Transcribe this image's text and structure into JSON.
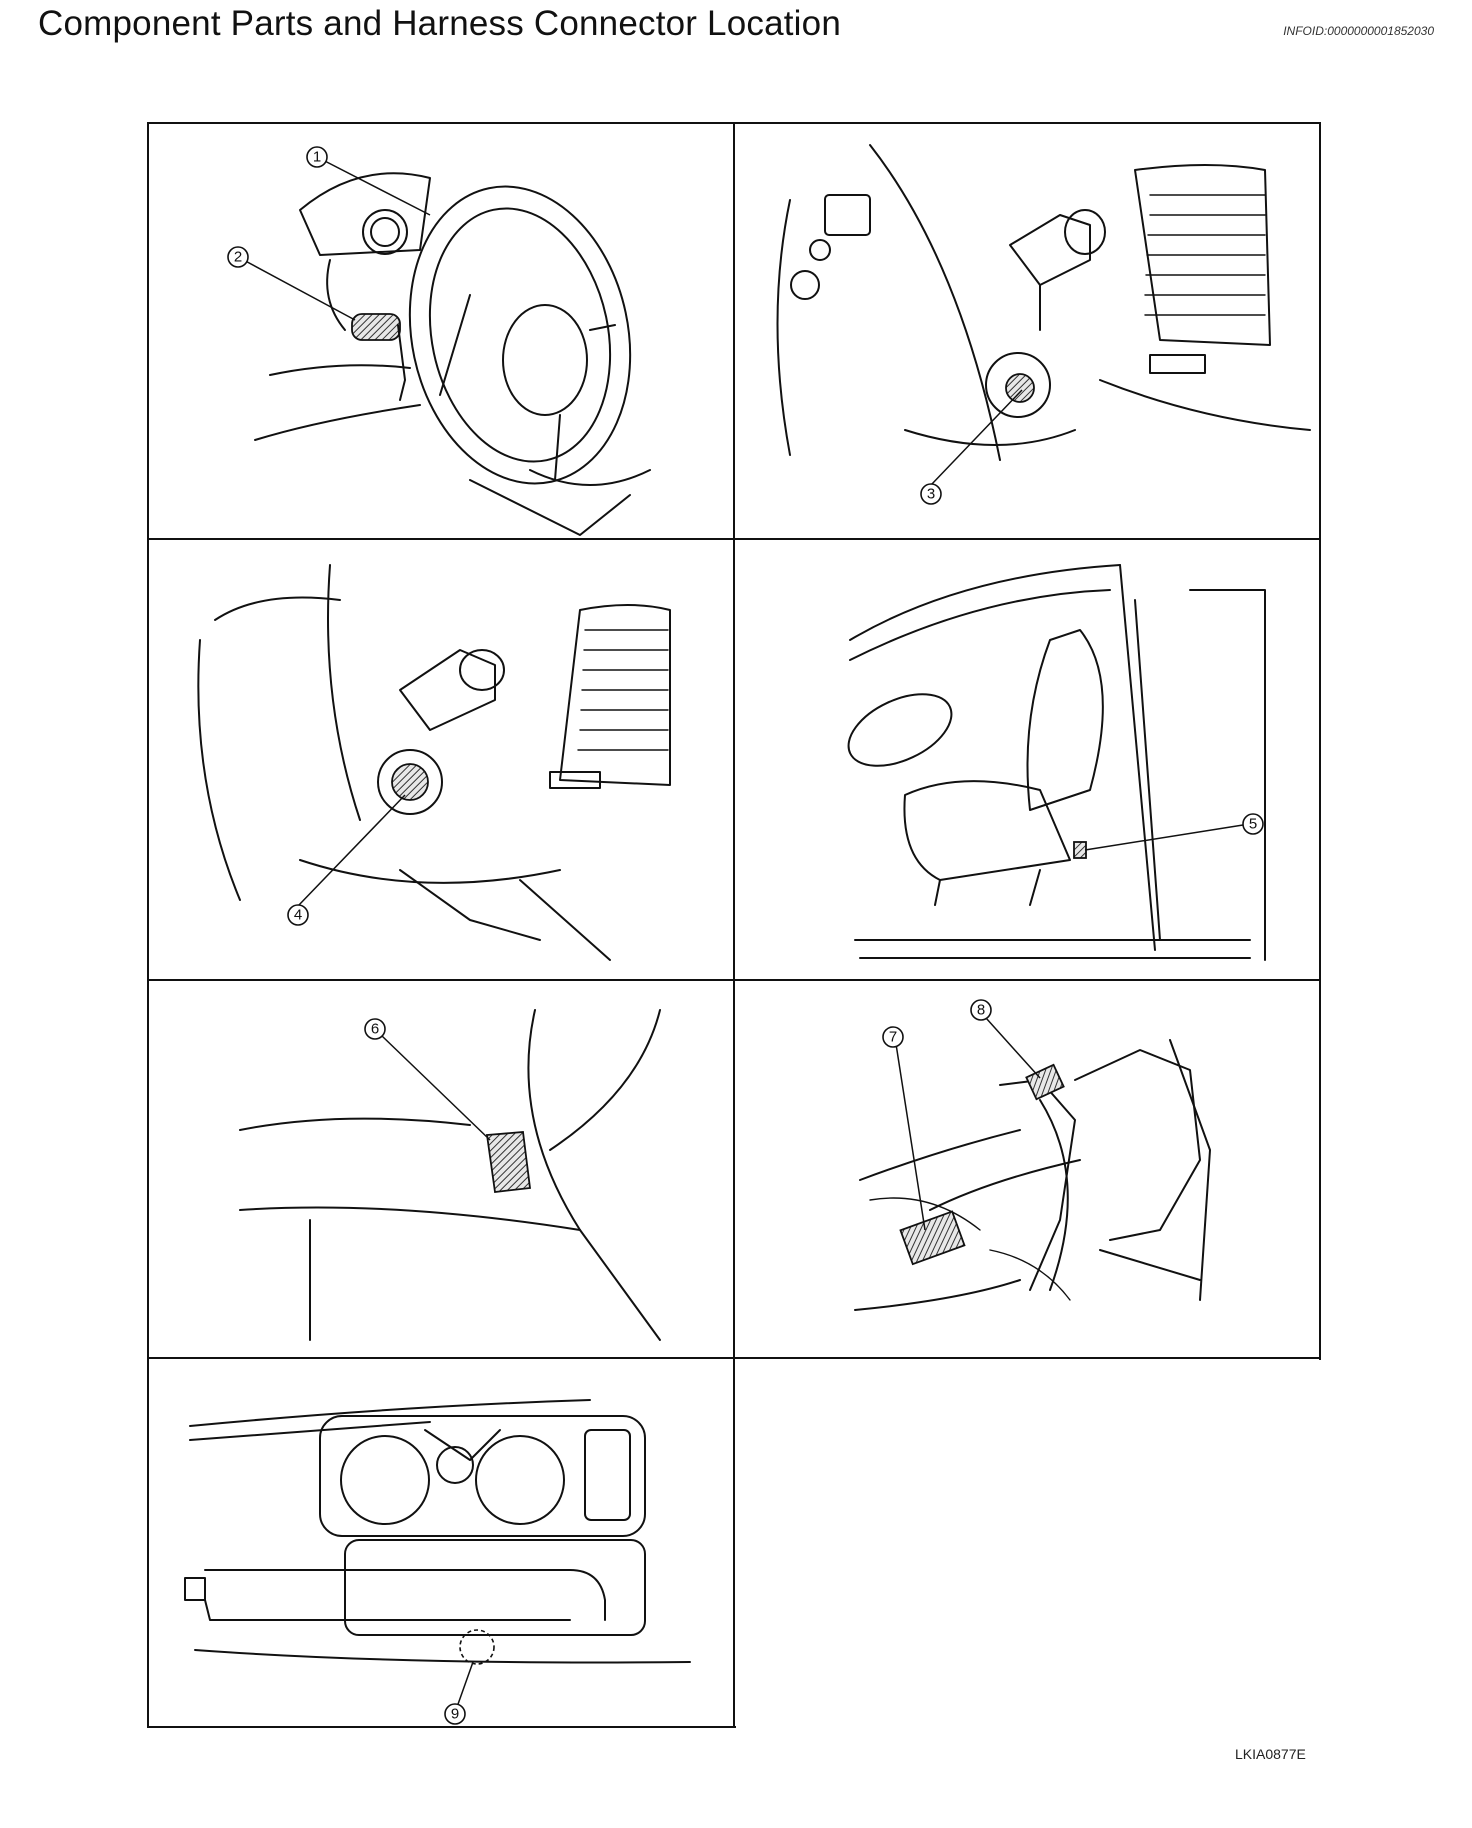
{
  "header": {
    "title": "Component Parts and Harness Connector Location",
    "info_id": "INFOID:0000000001852030"
  },
  "figure": {
    "code": "LKIA0877E",
    "callouts": [
      "1",
      "2",
      "3",
      "4",
      "5",
      "6",
      "7",
      "8",
      "9"
    ]
  }
}
